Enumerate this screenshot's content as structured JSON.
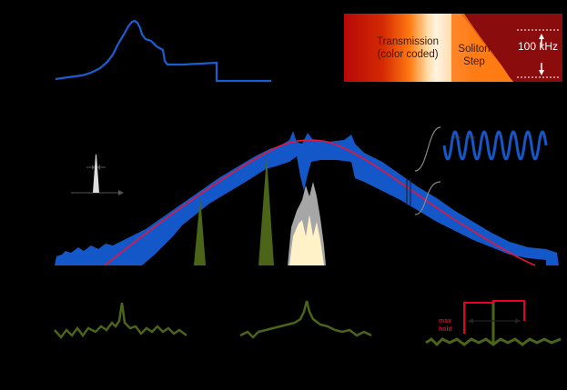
{
  "chart_data": [
    {
      "id": "transmission-trace",
      "type": "line",
      "title": "",
      "xlabel": "",
      "ylabel": "",
      "grid": false,
      "color": "#1a5fd0",
      "description": "Transmission trace during laser scan showing resonance triangle and soliton step",
      "x": [
        0,
        0.1,
        0.2,
        0.3,
        0.35,
        0.4,
        0.44,
        0.48,
        0.5,
        0.55,
        0.6,
        0.65,
        0.7,
        0.75,
        1.0
      ],
      "y": [
        0.08,
        0.12,
        0.2,
        0.45,
        0.75,
        1.0,
        0.75,
        0.6,
        0.5,
        0.22,
        0.21,
        0.21,
        0.22,
        0.0,
        0.0
      ]
    },
    {
      "id": "soliton-step-map",
      "type": "heatmap",
      "title": "",
      "annotations": [
        "Transmission (color coded)",
        "Soliton Step",
        "100 kHz"
      ],
      "colormap": [
        "#b00000",
        "#ff6a00",
        "#fff0d8",
        "#ff7a10",
        "#8a0a0a"
      ]
    },
    {
      "id": "comb-spectrum",
      "type": "area",
      "title": "",
      "xlabel": "",
      "ylabel": "",
      "grid": false,
      "series": [
        {
          "name": "soliton comb spectrum",
          "color": "#1457c8"
        },
        {
          "name": "sech2 envelope fit",
          "color": "#e8143c"
        },
        {
          "name": "pump/filtered lines",
          "color": "#4a5e16"
        },
        {
          "name": "pump region",
          "color": "#fff2c8"
        }
      ],
      "insets": [
        "single comb line linewidth",
        "zoomed comb lines"
      ]
    },
    {
      "id": "beatnote-1",
      "type": "line",
      "color": "#4b6418",
      "description": "RF beat note with center peak"
    },
    {
      "id": "beatnote-2",
      "type": "line",
      "color": "#4b6418",
      "description": "RF beat note with narrow center peak"
    },
    {
      "id": "beatnote-3",
      "type": "line",
      "color": "#4b6418",
      "annotations": [
        "max hold"
      ],
      "description": "RF beat note with max hold trace"
    }
  ],
  "labels": {
    "heat_transmission": "Transmission",
    "heat_color_coded": "(color coded)",
    "heat_soliton": "Soliton",
    "heat_step": "Step",
    "heat_span": "100 kHz",
    "max": "max",
    "hold": "hold"
  },
  "colors": {
    "background": "#000000",
    "spectrum_blue": "#1457c8",
    "fit_red": "#e8143c",
    "olive": "#4b6418",
    "max_hold_red": "#e8002a"
  }
}
